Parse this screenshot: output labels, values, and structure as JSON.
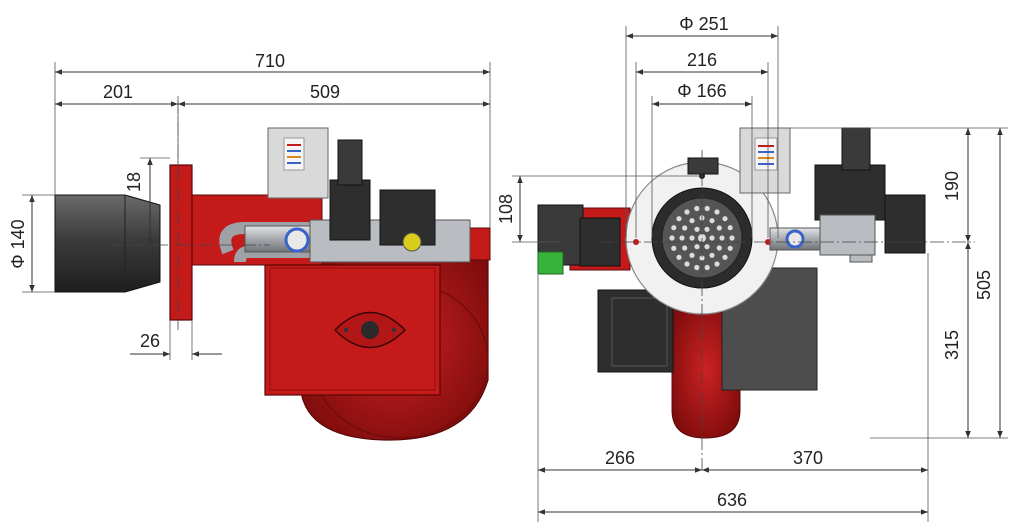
{
  "dimensions": {
    "side_total_length": "710",
    "side_rear_length": "201",
    "side_front_length": "509",
    "side_flange_offset": "18",
    "side_tube_diameter": "Φ 140",
    "side_flange_thickness": "26",
    "front_outer_diameter": "Φ 251",
    "front_bolt_circle": "216",
    "front_inner_diameter": "Φ 166",
    "front_axis_offset": "108",
    "front_top_height": "190",
    "front_total_height": "505",
    "front_bottom_height": "315",
    "front_left_width": "266",
    "front_right_width": "370",
    "front_total_width": "636"
  },
  "colors": {
    "burner_red": "#c41a1a",
    "dark_red": "#8e0f0f",
    "motor_grey": "#4d4d4d",
    "dark_grey": "#2e2e2e",
    "steel": "#b9bcc0",
    "white_plate": "#f1f1f1",
    "yellow_plug": "#d9cc1a",
    "green_plug": "#37b23a",
    "blue_ring": "#3b62c8"
  }
}
